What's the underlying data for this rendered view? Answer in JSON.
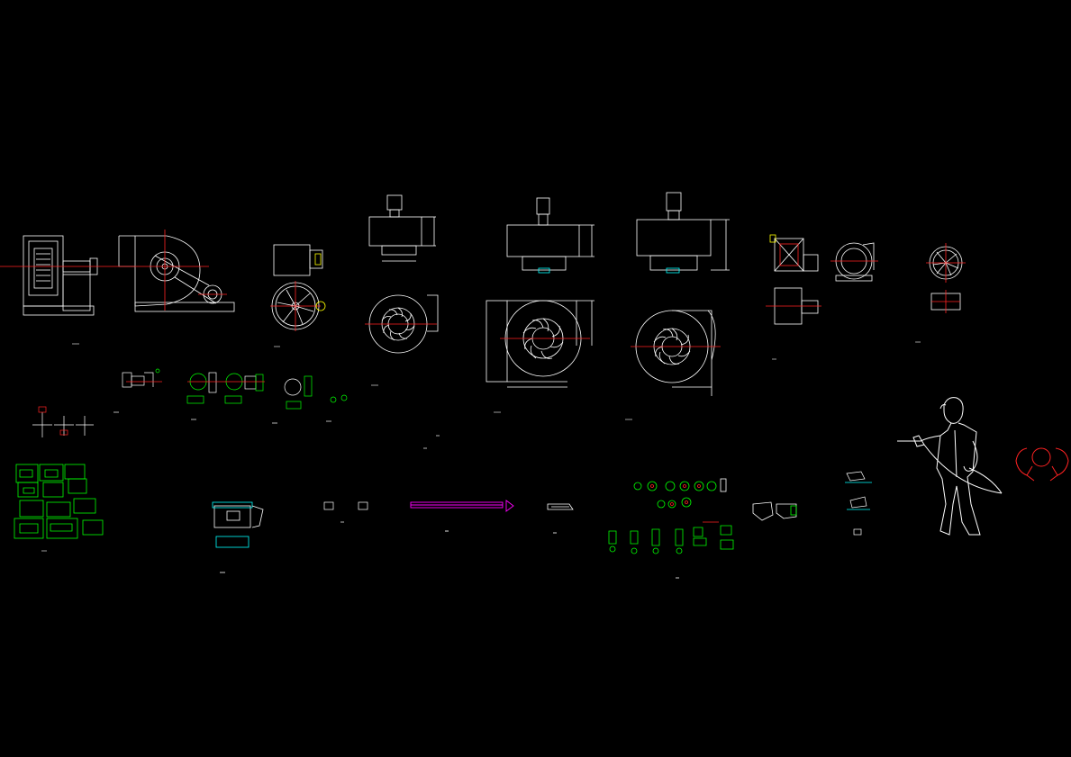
{
  "canvas": {
    "background": "#000000"
  },
  "colors": {
    "line": "#ffffff",
    "center": "#ff2020",
    "detail": "#00ff00",
    "accent_magenta": "#ff00ff",
    "accent_cyan": "#00ffff",
    "accent_yellow": "#ffff00"
  },
  "drawings": {
    "centrifugal_fan_belt_side": {
      "icon": "centrifugal-fan-side-view"
    },
    "centrifugal_fan_belt_front": {
      "icon": "belt-driven-fan-front-view"
    },
    "axial_fan_box": {
      "icon": "axial-fan-box"
    },
    "axial_fan_impeller": {
      "icon": "axial-fan-impeller"
    },
    "roof_fan_small": {
      "icon": "roof-centrifugal-fan-small"
    },
    "roof_fan_medium": {
      "icon": "roof-centrifugal-fan-medium"
    },
    "roof_fan_large": {
      "icon": "roof-centrifugal-fan-large"
    },
    "inline_fan_boxes": {
      "icon": "inline-fan-box"
    },
    "axial_duct_fan": {
      "icon": "axial-duct-fan"
    },
    "green_details": {
      "icon": "fitting-detail-sheets"
    },
    "valve_fittings": {
      "icon": "valve-fittings-set"
    },
    "spray_worker": {
      "icon": "worker-with-spray-gun"
    },
    "head_top_view": {
      "icon": "worker-top-view"
    },
    "duct_strip": {
      "icon": "magenta-duct-section"
    }
  }
}
